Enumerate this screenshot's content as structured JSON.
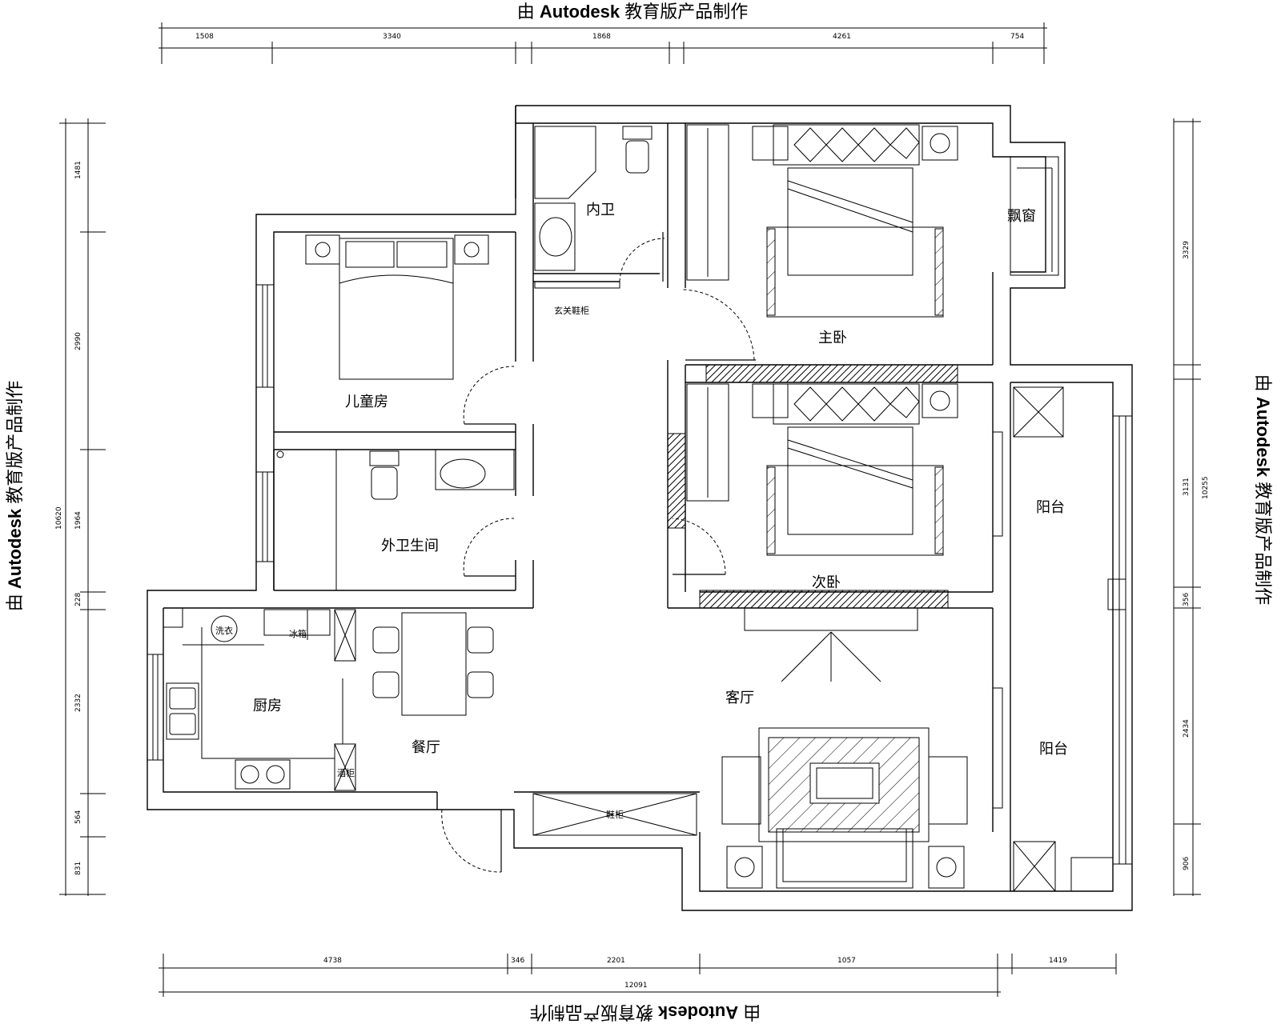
{
  "watermark": {
    "prefix": "由",
    "brand": "Autodesk",
    "suffix": "教育版产品制作"
  },
  "dimensions": {
    "top": [
      "1508",
      "3340",
      "1868",
      "4261",
      "754"
    ],
    "bottom": [
      "4738",
      "346",
      "2201",
      "1057",
      "1419"
    ],
    "bottom_total": "12091",
    "left": [
      "1481",
      "2990",
      "1964",
      "228",
      "2332",
      "564",
      "831"
    ],
    "left_total": "10620",
    "right": [
      "3329",
      "3131",
      "356",
      "2434",
      "906"
    ],
    "right_total": "10255"
  },
  "rooms": {
    "inner_bath": "内卫",
    "master_bedroom": "主卧",
    "bay_window": "飘窗",
    "children_room": "儿童房",
    "guest_bath": "外卫生间",
    "second_bedroom": "次卧",
    "balcony_upper": "阳台",
    "balcony_lower": "阳台",
    "kitchen": "厨房",
    "dining": "餐厅",
    "living": "客厅"
  },
  "fixtures": {
    "entry_cabinet": "玄关鞋柜",
    "fridge": "冰箱",
    "wine_cabinet": "酒柜",
    "washer": "洗衣",
    "shoe_cabinet": "鞋柜"
  }
}
